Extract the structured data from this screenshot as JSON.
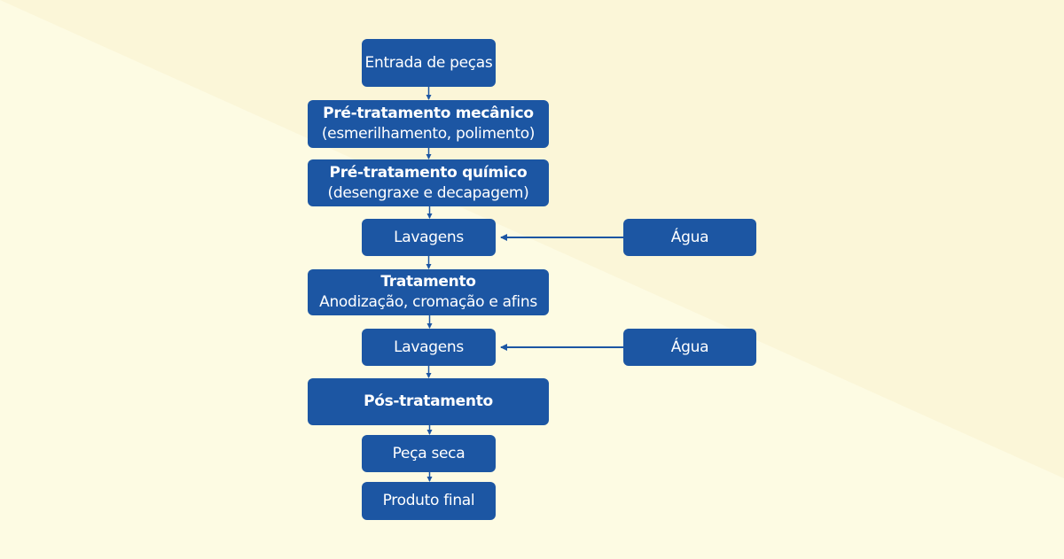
{
  "colors": {
    "background": "#fdfbe3",
    "background_shade": "#fbf6d8",
    "node_fill": "#1c56a3",
    "node_text": "#ffffff",
    "connector": "#1c56a3"
  },
  "nodes": {
    "entrada": {
      "label": "Entrada de peças"
    },
    "mecanico": {
      "title": "Pré-tratamento mecânico",
      "subtitle": "(esmerilhamento, polimento)"
    },
    "quimico": {
      "title": "Pré-tratamento químico",
      "subtitle": "(desengraxe e decapagem)"
    },
    "lavagens1": {
      "label": "Lavagens"
    },
    "agua1": {
      "label": "Água"
    },
    "tratamento": {
      "title": "Tratamento",
      "subtitle": "Anodização, cromação e afins"
    },
    "lavagens2": {
      "label": "Lavagens"
    },
    "agua2": {
      "label": "Água"
    },
    "pos": {
      "title": "Pós-tratamento"
    },
    "seca": {
      "label": "Peça seca"
    },
    "final": {
      "label": "Produto final"
    }
  },
  "edges": [
    {
      "from": "entrada",
      "to": "mecanico"
    },
    {
      "from": "mecanico",
      "to": "quimico"
    },
    {
      "from": "quimico",
      "to": "lavagens1"
    },
    {
      "from": "agua1",
      "to": "lavagens1"
    },
    {
      "from": "lavagens1",
      "to": "tratamento"
    },
    {
      "from": "tratamento",
      "to": "lavagens2"
    },
    {
      "from": "agua2",
      "to": "lavagens2"
    },
    {
      "from": "lavagens2",
      "to": "pos"
    },
    {
      "from": "pos",
      "to": "seca"
    },
    {
      "from": "seca",
      "to": "final"
    }
  ]
}
